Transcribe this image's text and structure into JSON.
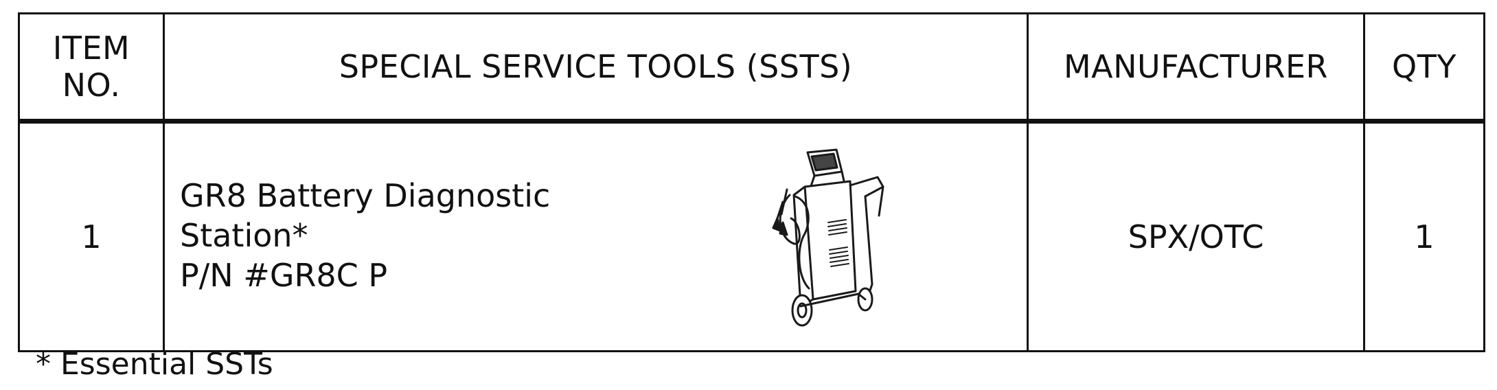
{
  "table": {
    "headers": {
      "item_no": "ITEM NO.",
      "tools": "SPECIAL SERVICE TOOLS (SSTS)",
      "manufacturer": "MANUFACTURER",
      "qty": "QTY"
    },
    "rows": [
      {
        "item_no": "1",
        "tool_lines": [
          "GR8 Battery Diagnostic",
          "Station*",
          "P/N #GR8C P"
        ],
        "manufacturer": "SPX/OTC",
        "qty": "1",
        "image_icon": "battery-diagnostic-station-icon"
      }
    ]
  },
  "footnote": "* Essential SSTs"
}
